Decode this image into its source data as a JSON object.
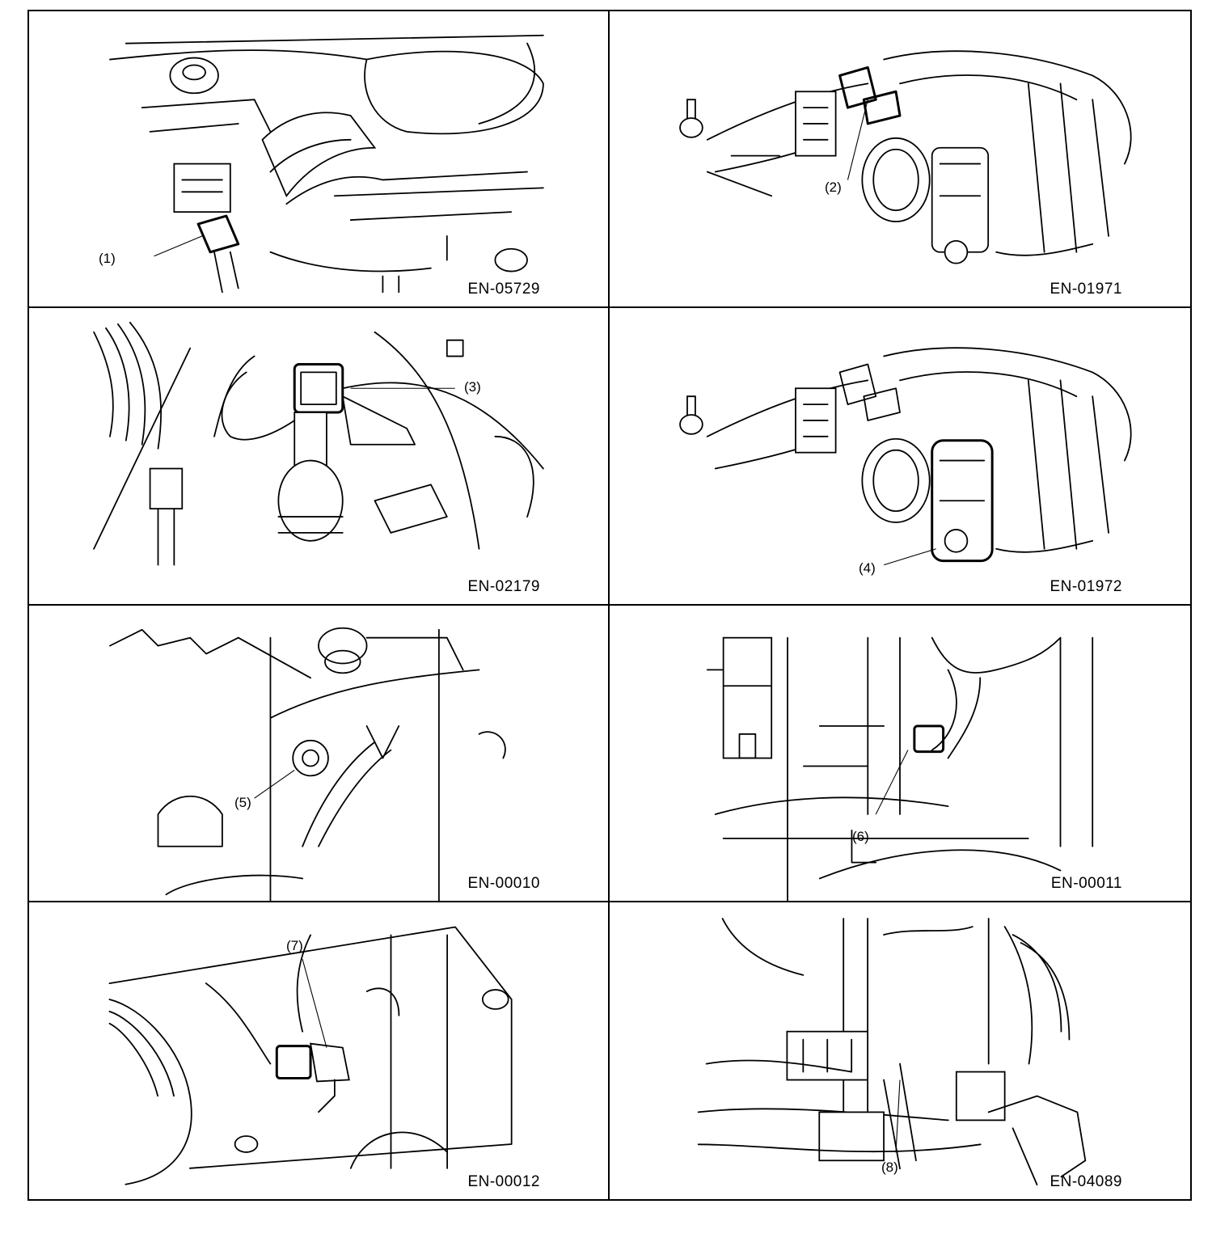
{
  "panels": [
    {
      "code": "EN-05729",
      "callout": "(1)"
    },
    {
      "code": "EN-01971",
      "callout": "(2)"
    },
    {
      "code": "EN-02179",
      "callout": "(3)"
    },
    {
      "code": "EN-01972",
      "callout": "(4)"
    },
    {
      "code": "EN-00010",
      "callout": "(5)"
    },
    {
      "code": "EN-00011",
      "callout": "(6)"
    },
    {
      "code": "EN-00012",
      "callout": "(7)"
    },
    {
      "code": "EN-04089",
      "callout": "(8)"
    }
  ]
}
